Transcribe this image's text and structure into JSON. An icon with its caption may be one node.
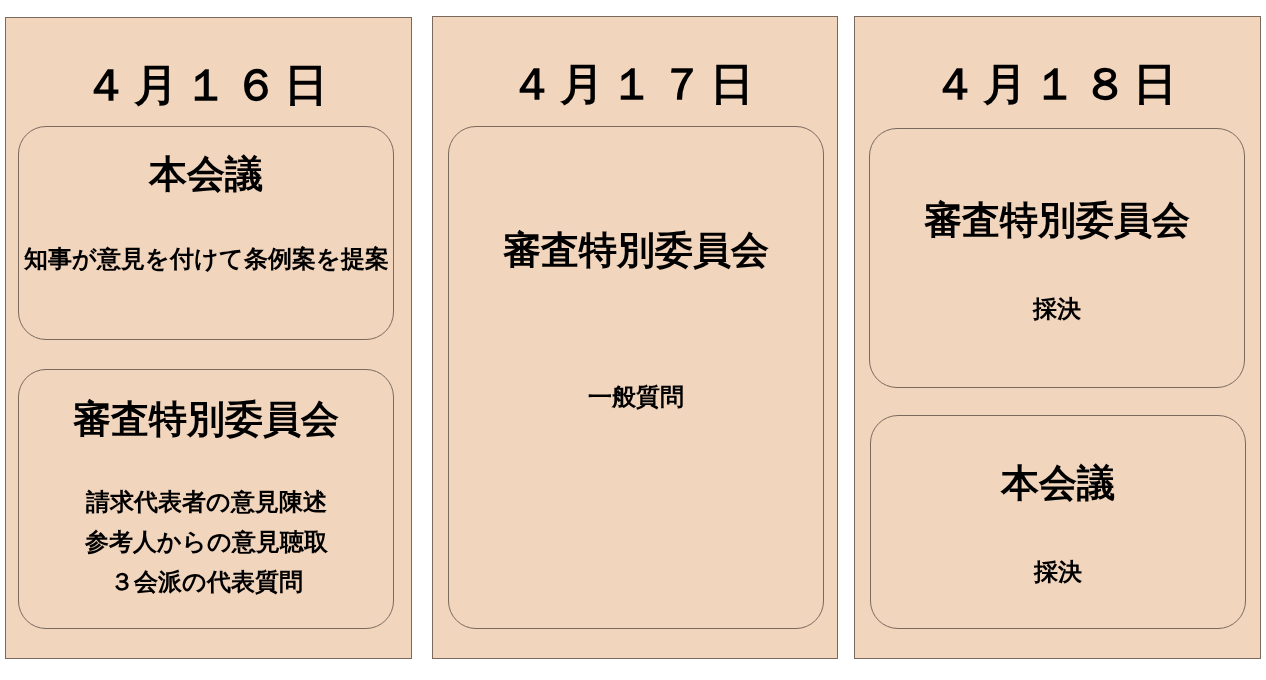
{
  "diagram": {
    "nodes": [
      {
        "text": [
          "４月１６日"
        ]
      },
      {
        "text": [
          "本会議",
          "知事が意見を付けて条例案を提案"
        ],
        "in": 0
      },
      {
        "text": [
          "審査特別委員会",
          "請求代表者の意見陳述",
          "参考人からの意見聴取",
          "３会派の代表質問"
        ],
        "in": 0
      },
      {
        "text": [
          "４月１７日"
        ]
      },
      {
        "text": [
          "審査特別委員会",
          "一般質問"
        ],
        "in": 3
      },
      {
        "text": [
          "４月１８日"
        ]
      },
      {
        "text": [
          "審査特別委員会",
          "採決"
        ],
        "in": 5
      },
      {
        "text": [
          "本会議",
          "採決"
        ],
        "in": 5
      }
    ]
  }
}
